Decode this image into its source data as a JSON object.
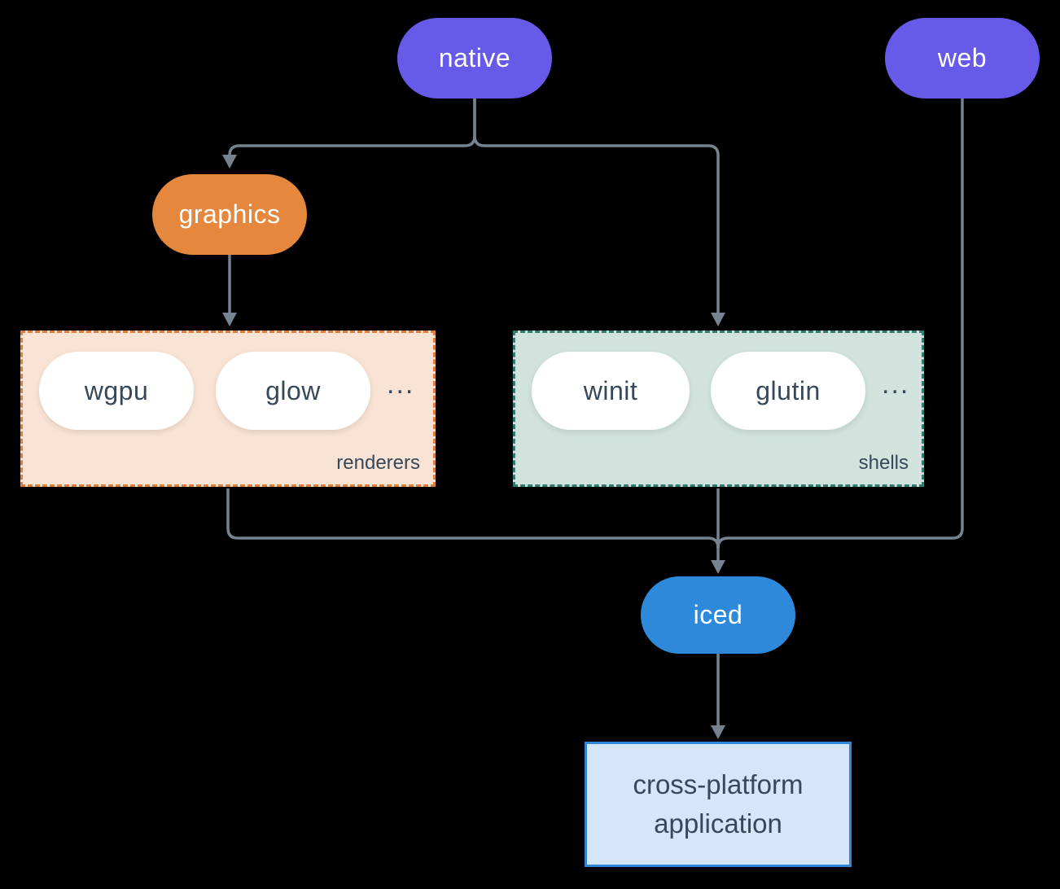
{
  "nodes": {
    "native": "native",
    "web": "web",
    "graphics": "graphics",
    "iced": "iced",
    "application": "cross-platform application"
  },
  "groups": {
    "renderers": {
      "label": "renderers",
      "pills": [
        "wgpu",
        "glow"
      ],
      "more": "..."
    },
    "shells": {
      "label": "shells",
      "pills": [
        "winit",
        "glutin"
      ],
      "more": "..."
    }
  },
  "colors": {
    "background": "#000000",
    "purple": "#685AE8",
    "orange": "#E5873C",
    "blue": "#2E89DA",
    "renderers_bg": "#F9E3D4",
    "renderers_border": "#DD7F3B",
    "shells_bg": "#D2E3DD",
    "shells_border": "#2F7D6D",
    "app_bg": "#D4E6F8",
    "app_border": "#2F87D7",
    "connector": "#75828F",
    "dark_text": "#36485A",
    "pill_text": "#FFFFFF",
    "white_pill_bg": "#FFFFFF"
  }
}
